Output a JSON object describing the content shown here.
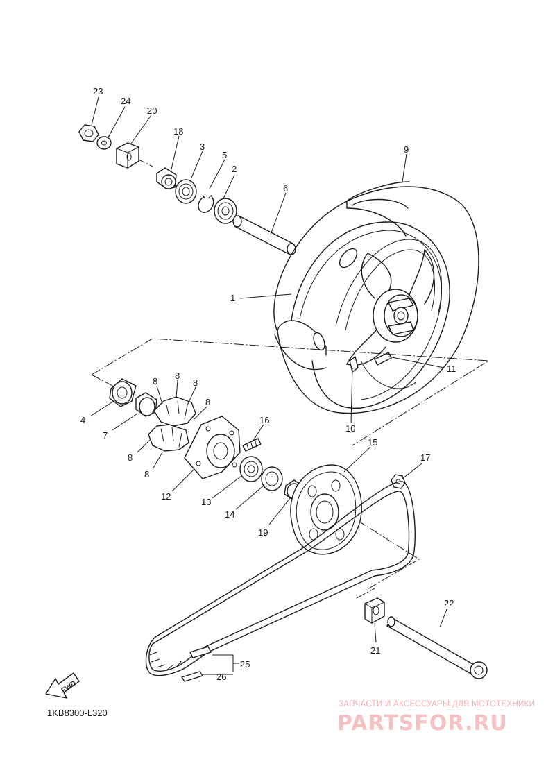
{
  "diagram_code": "1KB8300-L320",
  "fwd_label": "FWD",
  "callouts": [
    "23",
    "24",
    "20",
    "18",
    "3",
    "5",
    "2",
    "6",
    "9",
    "1",
    "11",
    "10",
    "8",
    "8",
    "8",
    "8",
    "8",
    "8",
    "4",
    "7",
    "16",
    "12",
    "13",
    "14",
    "19",
    "15",
    "17",
    "22",
    "21",
    "25",
    "26"
  ],
  "watermark": {
    "subtitle": "ЗАПЧАСТИ И АКСЕССУАРЫ ДЛЯ МОТОТЕХНИКИ",
    "brand": "PARTSFOR.RU"
  }
}
